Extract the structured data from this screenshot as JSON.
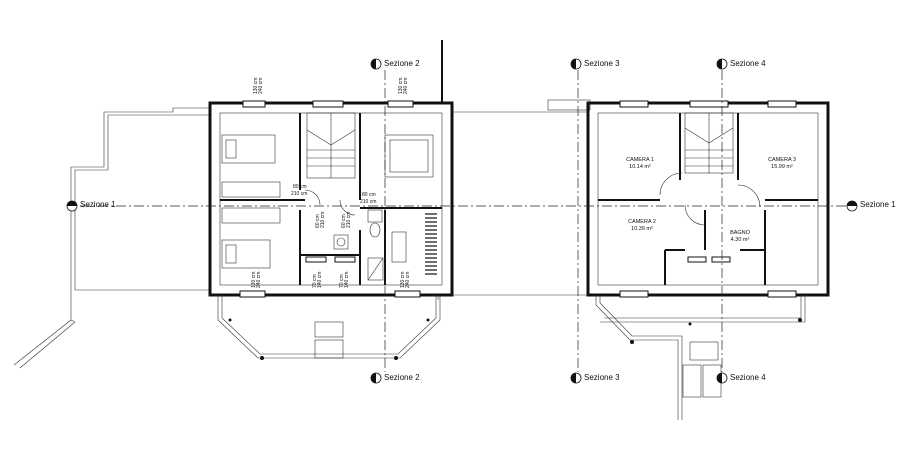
{
  "sections": {
    "s1_left": "Sezione 1",
    "s1_right": "Sezione 1",
    "s2_top": "Sezione 2",
    "s2_bottom": "Sezione 2",
    "s3_top": "Sezione 3",
    "s3_bottom": "Sezione 3",
    "s4_top": "Sezione 4",
    "s4_bottom": "Sezione 4"
  },
  "rooms": {
    "camera1": {
      "name": "CAMERA 1",
      "area": "10.14 m²"
    },
    "camera2": {
      "name": "CAMERA 2",
      "area": "10.39 m²"
    },
    "camera3": {
      "name": "CAMERA 3",
      "area": "15.99 m²"
    },
    "bagno": {
      "name": "BAGNO",
      "area": "4.30 m²"
    }
  },
  "dimensions": {
    "win_top_a": [
      "130 cm",
      "240 cm"
    ],
    "win_top_b": [
      "130 cm",
      "240 cm"
    ],
    "door_hall_a": [
      "80 cm",
      "210 cm"
    ],
    "door_hall_b": [
      "80 cm",
      "210 cm"
    ],
    "door_bath_a": [
      "60 cm",
      "210 cm"
    ],
    "door_bath_b": [
      "60 cm",
      "210 cm"
    ],
    "win_bot_a": [
      "130 cm",
      "240 cm"
    ],
    "win_bot_b": [
      "70 cm",
      "140 cm"
    ],
    "win_bot_c": [
      "70 cm",
      "140 cm"
    ],
    "win_bot_d": [
      "130 cm",
      "240 cm"
    ]
  }
}
